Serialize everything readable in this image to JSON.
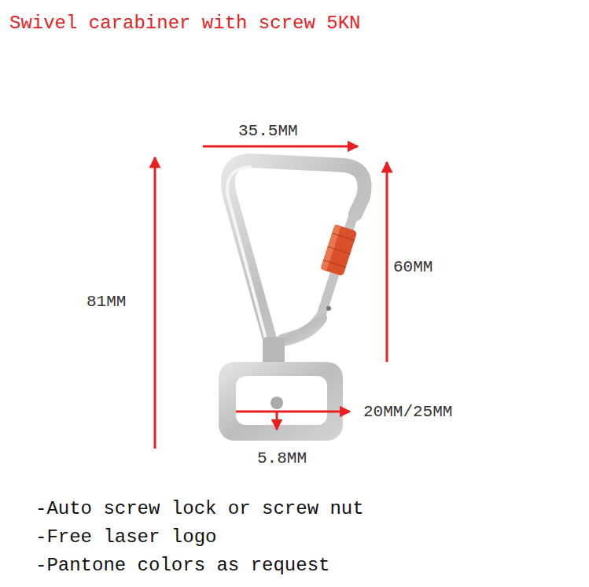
{
  "diagram": {
    "title": "Swivel carabiner with screw 5KN",
    "labels": [
      "35.5MM",
      "60MM",
      "81MM",
      "20MM/25MM",
      "5.8MM",
      "-Auto screw lock or screw nut",
      "-Free laser logo",
      "-Pantone colors as request"
    ]
  }
}
